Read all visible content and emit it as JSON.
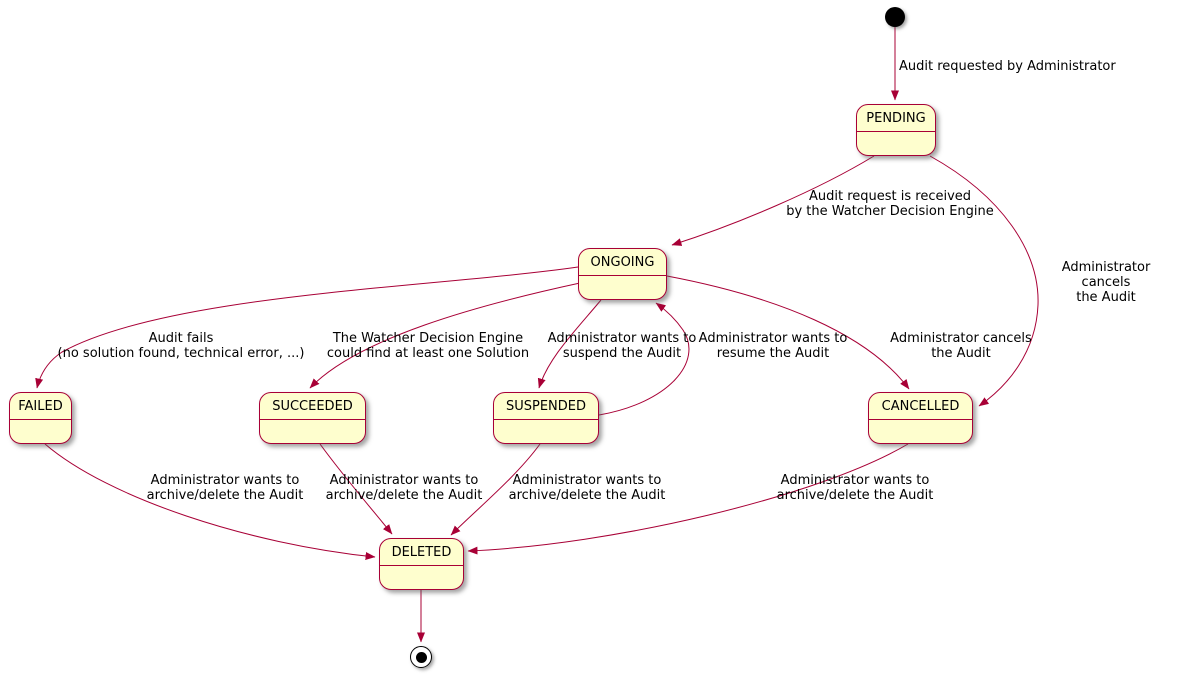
{
  "diagram": {
    "type": "state-diagram",
    "colors": {
      "state_fill": "#FEFECE",
      "state_border": "#A80036",
      "arrow": "#A80036",
      "text": "#000000"
    },
    "states": {
      "pending": {
        "label": "PENDING"
      },
      "ongoing": {
        "label": "ONGOING"
      },
      "failed": {
        "label": "FAILED"
      },
      "succeeded": {
        "label": "SUCCEEDED"
      },
      "suspended": {
        "label": "SUSPENDED"
      },
      "cancelled": {
        "label": "CANCELLED"
      },
      "deleted": {
        "label": "DELETED"
      }
    },
    "edges": {
      "init_to_pending": {
        "label": "Audit requested by Administrator"
      },
      "pending_to_ongoing": {
        "label": "Audit request is received\nby the Watcher Decision Engine"
      },
      "pending_to_cancelled": {
        "label": "Administrator cancels\nthe Audit"
      },
      "ongoing_to_failed": {
        "label": "Audit fails\n(no solution found, technical error, ...)"
      },
      "ongoing_to_succeeded": {
        "label": "The Watcher Decision Engine\ncould find at least one Solution"
      },
      "ongoing_to_suspended": {
        "label": "Administrator wants to\nsuspend the Audit"
      },
      "suspended_to_ongoing": {
        "label": "Administrator wants to\nresume the Audit"
      },
      "ongoing_to_cancelled": {
        "label": "Administrator cancels\nthe Audit"
      },
      "failed_to_deleted": {
        "label": "Administrator wants to\narchive/delete the Audit"
      },
      "succeeded_to_deleted": {
        "label": "Administrator wants to\narchive/delete the Audit"
      },
      "suspended_to_deleted": {
        "label": "Administrator wants to\narchive/delete the Audit"
      },
      "cancelled_to_deleted": {
        "label": "Administrator wants to\narchive/delete the Audit"
      }
    }
  }
}
